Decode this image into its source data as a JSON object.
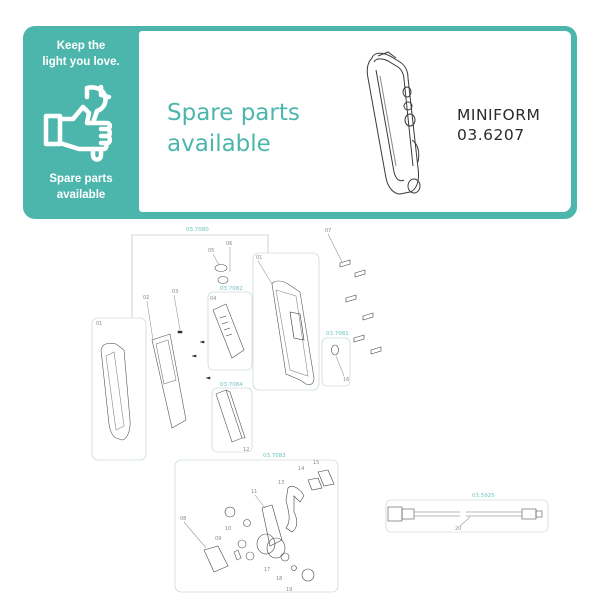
{
  "banner": {
    "tagline_line1": "Keep the",
    "tagline_line2": "light you love.",
    "badge_line1": "Spare parts",
    "badge_line2": "available",
    "icon": "thumbs-up-wrench-icon",
    "headline_line1": "Spare parts",
    "headline_line2": "available",
    "product_name": "MINIFORM",
    "product_code": "03.6207",
    "accent_color": "#4db6ac"
  },
  "diagram": {
    "groups": [
      {
        "code": "03.7080",
        "parts": [
          "01",
          "02",
          "03",
          "04",
          "05",
          "06"
        ]
      },
      {
        "code": "03.7082",
        "parts": [
          "04"
        ]
      },
      {
        "code": "03.7084",
        "parts": [
          "12"
        ]
      },
      {
        "code": "03.7081",
        "parts": [
          "16"
        ]
      },
      {
        "code": "03.7083",
        "parts": [
          "08",
          "09",
          "10",
          "11",
          "13",
          "14",
          "15",
          "17",
          "18",
          "19"
        ]
      },
      {
        "code": "03.5925",
        "parts": [
          "20"
        ]
      }
    ],
    "labels": {
      "g7080": "03.7080",
      "g7082": "03.7082",
      "g7084": "03.7084",
      "g7081": "03.7081",
      "g7083": "03.7083",
      "g5925": "03.5925",
      "p01a": "01",
      "p01b": "01",
      "p02": "02",
      "p03": "03",
      "p04": "04",
      "p05": "05",
      "p06": "06",
      "p07": "07",
      "p08": "08",
      "p09": "09",
      "p10": "10",
      "p11": "11",
      "p12": "12",
      "p13": "13",
      "p14": "14",
      "p15": "15",
      "p16": "16",
      "p17": "17",
      "p18": "18",
      "p19": "19",
      "p20": "20"
    }
  }
}
